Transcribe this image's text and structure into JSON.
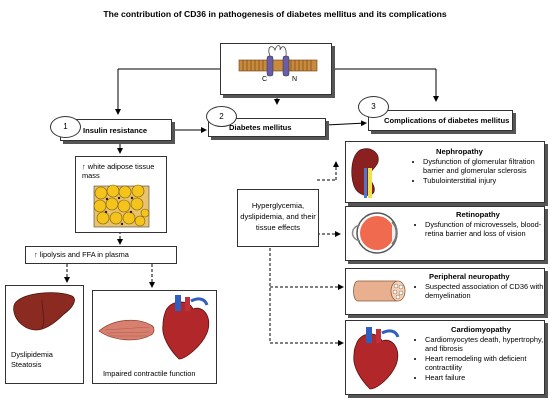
{
  "title": "The contribution of CD36 in pathogenesis of diabetes mellitus and its complications",
  "cd36": {
    "c_label": "C",
    "n_label": "N"
  },
  "nodes": {
    "insulin": {
      "num": "1",
      "label": "Insulin resistance"
    },
    "dm": {
      "num": "2",
      "label": "Diabetes mellitus"
    },
    "comp": {
      "num": "3",
      "label": "Complications of diabetes mellitus"
    }
  },
  "adipose": {
    "arrow": "↑",
    "text": "white adipose tissue mass"
  },
  "lipolysis": {
    "arrow": "↑",
    "text": "lipolysis and FFA in plasma"
  },
  "liver": {
    "line1": "Dyslipidemia",
    "line2": "Steatosis"
  },
  "contractile": {
    "text": "Impaired contractile function"
  },
  "hyper": {
    "text": "Hyperglycemia, dyslipidemia, and their tissue effects"
  },
  "complications": [
    {
      "title": "Nephropathy",
      "icon": "kidney-icon",
      "points": [
        "Dysfunction of glomerular filtration barrier and glomerular sclerosis",
        "Tubulointerstitial injury"
      ]
    },
    {
      "title": "Retinopathy",
      "icon": "eye-icon",
      "points": [
        "Dysfunction of microvessels, blood-retina barrier and loss of vision"
      ]
    },
    {
      "title": "Peripheral neuropathy",
      "icon": "nerve-icon",
      "points": [
        "Suspected association of CD36 with demyelination"
      ]
    },
    {
      "title": "Cardiomyopathy",
      "icon": "heart-icon",
      "points": [
        "Cardiomyocytes death, hypertrophy, and fibrosis",
        "Heart remodeling with deficient contractility",
        "Heart failure"
      ]
    }
  ],
  "colors": {
    "membrane": "#b8732a",
    "protein": "#6b5ca8",
    "fat": "#f2c318",
    "organ": "#8a2a20",
    "muscle": "#d88070",
    "kidney": "#8a2020",
    "eye": "#f06a50",
    "nerve": "#e9b090"
  }
}
